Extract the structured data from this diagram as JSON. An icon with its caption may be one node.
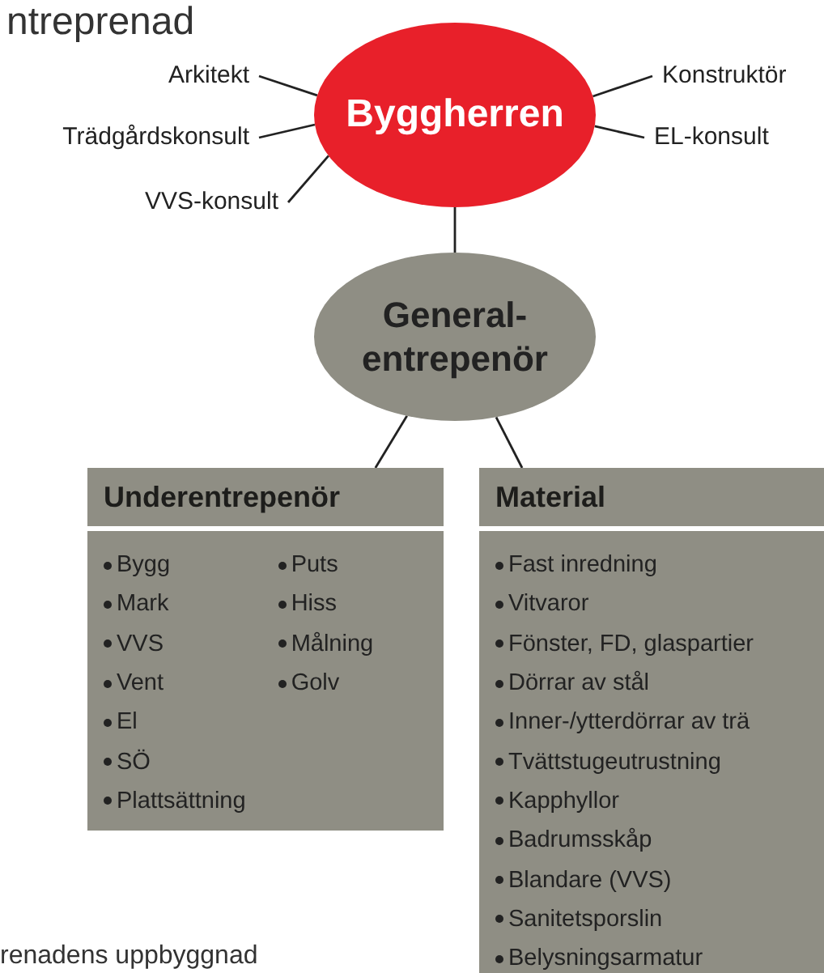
{
  "diagram": {
    "title": "ntreprenad",
    "caption": "renadens uppbyggnad",
    "nodes": [
      {
        "text": [
          "Arkitekt"
        ]
      },
      {
        "text": [
          "Byggherren"
        ]
      },
      {
        "text": [
          "Konstruktör"
        ]
      },
      {
        "text": [
          "Trädgårdskonsult"
        ]
      },
      {
        "text": [
          "EL-konsult"
        ]
      },
      {
        "text": [
          "VVS-konsult"
        ]
      },
      {
        "text": [
          "General- entrepenör"
        ]
      },
      {
        "text": [
          "Underentrepenör",
          "Bygg",
          "Mark",
          "VVS",
          "Vent",
          "El",
          "SÖ",
          "Plattsättning",
          "Puts",
          "Hiss",
          "Målning",
          "Golv"
        ]
      },
      {
        "text": [
          "Material",
          "Fast inredning",
          "Vitvaror",
          "Fönster, FD, glaspartier",
          "Dörrar av stål",
          "Inner-/ytterdörrar av trä",
          "Tvättstugeutrustning",
          "Kapphyllor",
          "Badrumsskåp",
          "Blandare (VVS)",
          "Sanitetsporslin",
          "Belysningsarmatur"
        ]
      }
    ],
    "edges": [
      {
        "from": 0,
        "to": 1,
        "arrow": "none"
      },
      {
        "from": 1,
        "to": 2,
        "arrow": "none"
      },
      {
        "from": 3,
        "to": 1,
        "arrow": "none"
      },
      {
        "from": 1,
        "to": 4,
        "arrow": "none"
      },
      {
        "from": 5,
        "to": 1,
        "arrow": "none"
      },
      {
        "from": 1,
        "to": 6,
        "arrow": "none"
      },
      {
        "from": 6,
        "to": 7,
        "arrow": "none"
      },
      {
        "from": 6,
        "to": 8,
        "arrow": "none"
      }
    ]
  }
}
